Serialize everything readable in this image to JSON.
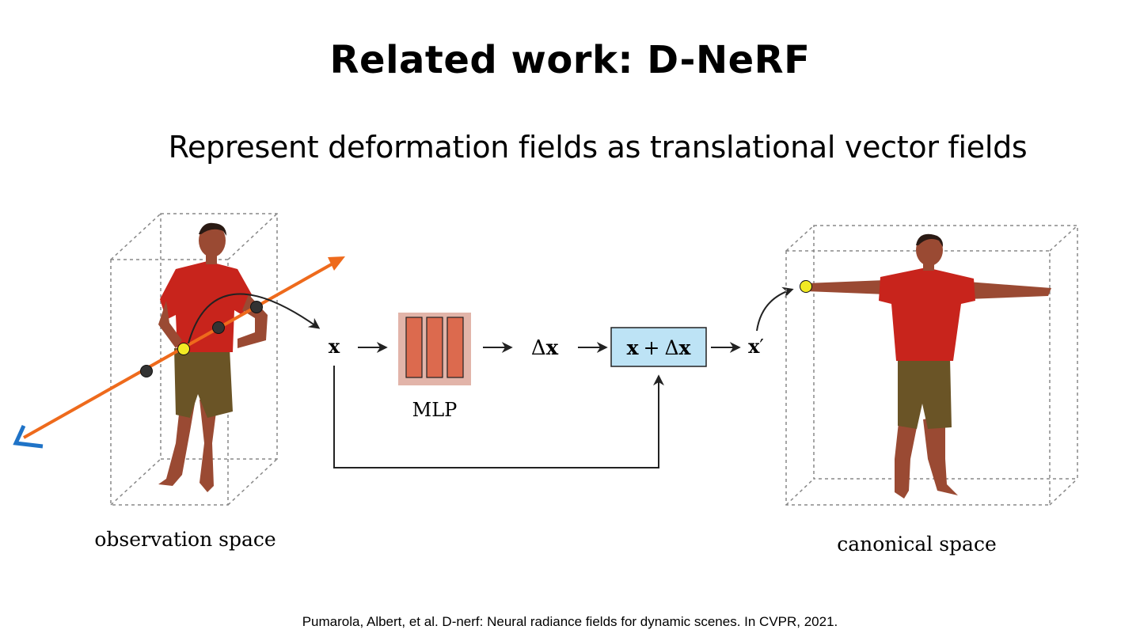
{
  "slide": {
    "title": "Related work: D-NeRF",
    "subtitle": "Represent deformation fields as translational vector fields",
    "citation": "Pumarola, Albert, et al. D-nerf: Neural radiance fields for dynamic scenes. In CVPR, 2021."
  },
  "diagram": {
    "observation_label": "observation space",
    "canonical_label": "canonical space",
    "mlp_label": "MLP",
    "x_label": "x",
    "delta_prefix": "Δ",
    "delta_var": "x",
    "sum_x": "x",
    "sum_plus": "+",
    "sum_delta_prefix": "Δ",
    "sum_delta_var": "x",
    "output_var": "x",
    "output_prime": "′"
  },
  "colors": {
    "ray": "#ee6a1c",
    "camera": "#1f73c7",
    "mlp_outer": "#e2b4a9",
    "mlp_bar": "#dc6a4e",
    "sum_box": "#bde3f5",
    "sample_point": "#f2ea24",
    "shirt": "#c8241c",
    "shorts": "#6a5426",
    "skin": "#9a4a33"
  }
}
